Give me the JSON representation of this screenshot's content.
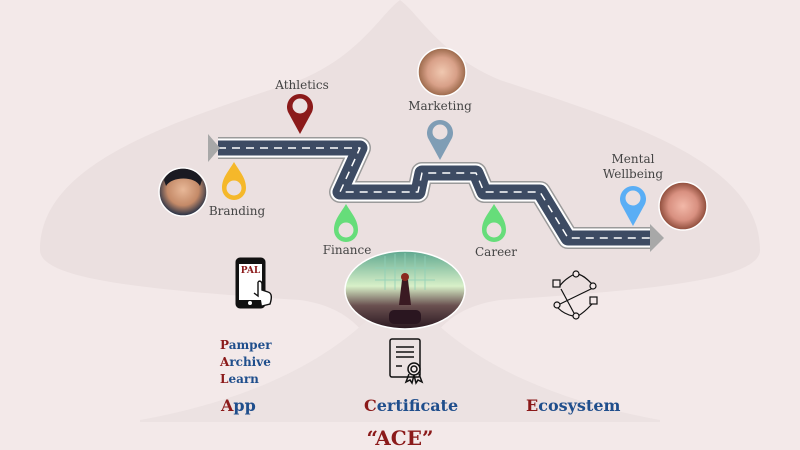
{
  "road_stops": [
    {
      "label": "Athletics",
      "color": "#8b1a1a"
    },
    {
      "label": "Branding",
      "color": "#f5b82a"
    },
    {
      "label": "Finance",
      "color": "#66dd7a"
    },
    {
      "label": "Marketing",
      "color": "#7f9db5"
    },
    {
      "label": "Career",
      "color": "#66dd7a"
    },
    {
      "label": "Mental Wellbeing",
      "line1": "Mental",
      "line2": "Wellbeing",
      "color": "#5aaef5"
    }
  ],
  "app": {
    "phone_label": "PAL",
    "acronym": [
      {
        "first": "P",
        "rest": "amper"
      },
      {
        "first": "A",
        "rest": "rchive"
      },
      {
        "first": "L",
        "rest": "earn"
      }
    ],
    "title_first": "A",
    "title_rest": "pp"
  },
  "certificate": {
    "title_first": "C",
    "title_rest": "ertificate"
  },
  "ecosystem": {
    "title_first": "E",
    "title_rest": "cosystem"
  },
  "footer": "“ACE”",
  "colors": {
    "accent_red": "#8b1a1a",
    "accent_blue": "#1f4e8c",
    "road": "#3d4b63"
  }
}
